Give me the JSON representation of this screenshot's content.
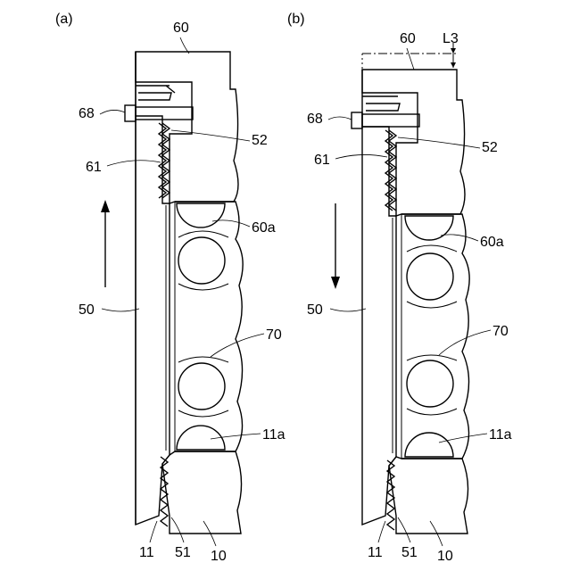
{
  "panels": [
    {
      "id": "a",
      "caption": "(a)",
      "labels": {
        "member_top": "60",
        "bolt": "68",
        "bolt_thread": "52",
        "thread_upper": "61",
        "seat_upper": "60a",
        "member_main": "50",
        "ball": "70",
        "seat_lower": "11a",
        "thread_bottom": "11",
        "thread_lower": "51",
        "member_bottom": "10"
      },
      "arrow_direction": "up"
    },
    {
      "id": "b",
      "caption": "(b)",
      "labels": {
        "member_top": "60",
        "gap": "L3",
        "bolt": "68",
        "bolt_thread": "52",
        "thread_upper": "61",
        "seat_upper": "60a",
        "member_main": "50",
        "ball": "70",
        "seat_lower": "11a",
        "thread_bottom": "11",
        "thread_lower": "51",
        "member_bottom": "10"
      },
      "arrow_direction": "down"
    }
  ]
}
